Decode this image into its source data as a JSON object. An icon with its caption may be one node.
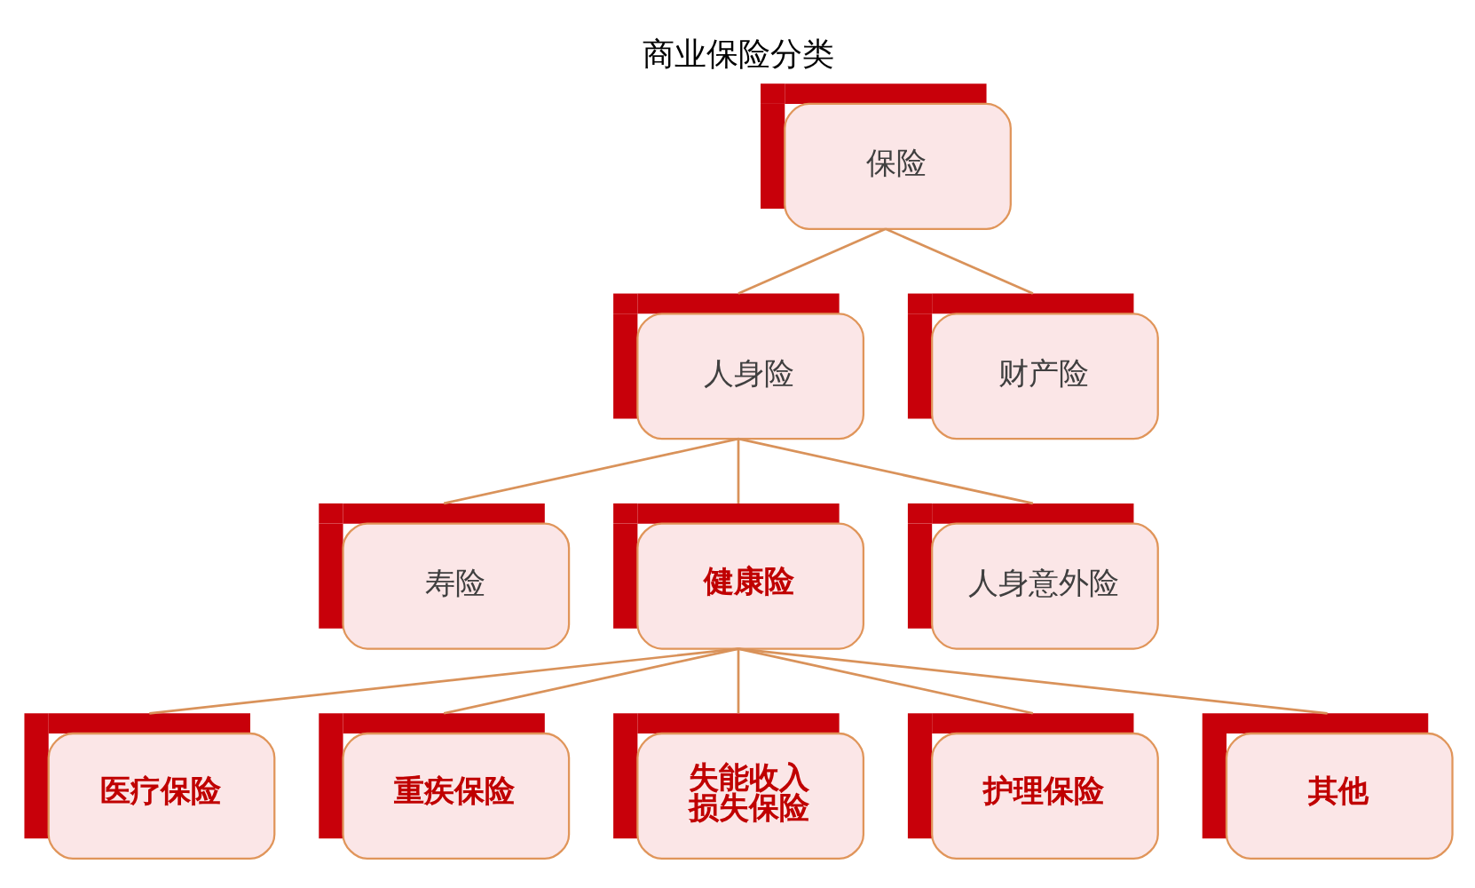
{
  "diagram": {
    "title": "商业保险分类",
    "nodes": [
      {
        "text": [
          "保险"
        ]
      },
      {
        "text": [
          "人身险"
        ]
      },
      {
        "text": [
          "财产险"
        ]
      },
      {
        "text": [
          "寿险"
        ]
      },
      {
        "text": [
          "健康险"
        ]
      },
      {
        "text": [
          "人身意外险"
        ]
      },
      {
        "text": [
          "医疗保险"
        ]
      },
      {
        "text": [
          "重疾保险"
        ]
      },
      {
        "text": [
          "失能收入损失保险"
        ]
      },
      {
        "text": [
          "护理保险"
        ]
      },
      {
        "text": [
          "其他"
        ]
      }
    ],
    "edges": [
      {
        "from": 0,
        "to": 1,
        "arrow": "none"
      },
      {
        "from": 0,
        "to": 2,
        "arrow": "none"
      },
      {
        "from": 1,
        "to": 3,
        "arrow": "none"
      },
      {
        "from": 1,
        "to": 4,
        "arrow": "none"
      },
      {
        "from": 1,
        "to": 5,
        "arrow": "none"
      },
      {
        "from": 4,
        "to": 6,
        "arrow": "none"
      },
      {
        "from": 4,
        "to": 7,
        "arrow": "none"
      },
      {
        "from": 4,
        "to": 8,
        "arrow": "none"
      },
      {
        "from": 4,
        "to": 9,
        "arrow": "none"
      },
      {
        "from": 4,
        "to": 10,
        "arrow": "none"
      }
    ]
  }
}
